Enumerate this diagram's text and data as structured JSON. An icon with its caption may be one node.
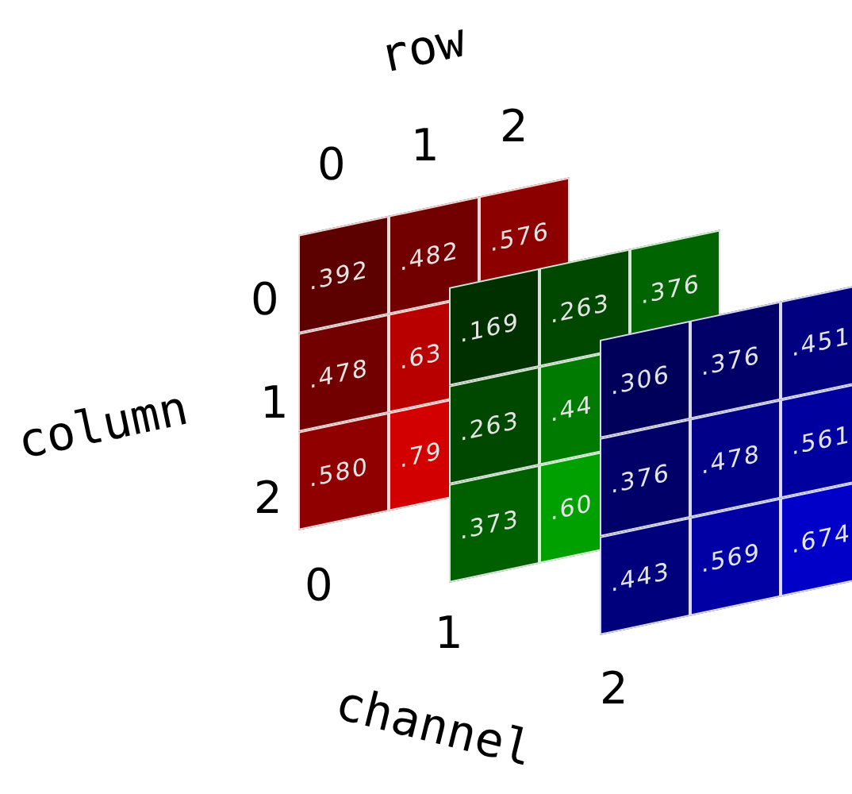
{
  "diagram": {
    "labels": [
      "row",
      "0",
      "1",
      "2",
      "0",
      "1",
      "2",
      "column",
      ".392",
      ".482",
      ".576",
      ".478",
      ".63",
      ".580",
      ".79",
      ".169",
      ".263",
      ".376",
      ".263",
      ".44",
      ".373",
      ".60",
      ".306",
      ".376",
      ".451",
      ".376",
      ".478",
      ".561",
      ".443",
      ".569",
      ".674",
      "0",
      "1",
      "2",
      "channel"
    ]
  }
}
